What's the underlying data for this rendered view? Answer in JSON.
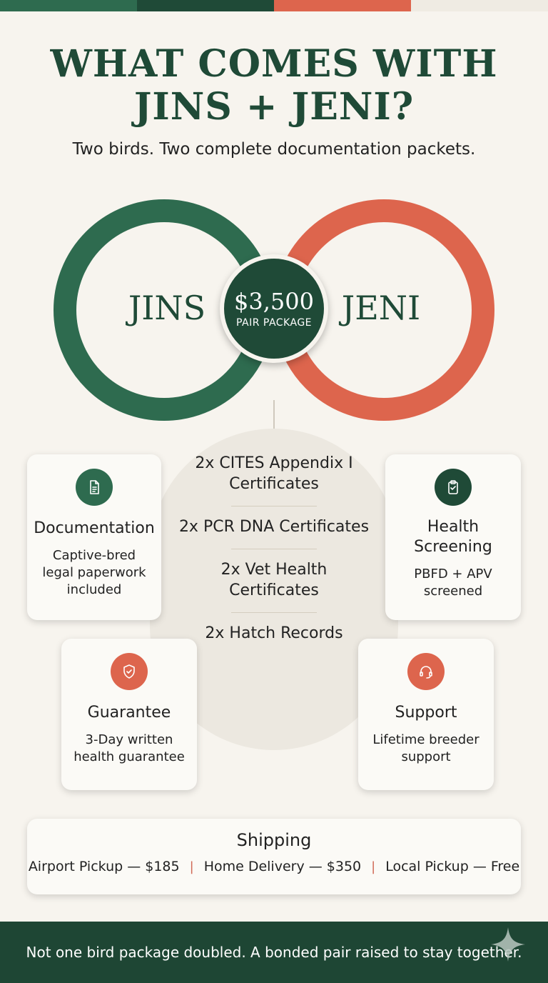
{
  "colors": {
    "green": "#2e6b4f",
    "dark_green": "#1f4a37",
    "coral": "#dd654d",
    "cream": "#f7f4ee"
  },
  "header": {
    "title_line1": "WHAT COMES WITH",
    "title_line2": "JINS + JENI?",
    "subtitle": "Two birds. Two complete documentation packets."
  },
  "birds": {
    "left": "JINS",
    "right": "JENI"
  },
  "badge": {
    "price": "$3,500",
    "label": "PAIR PACKAGE"
  },
  "certificates": [
    "2x CITES Appendix I Certificates",
    "2x PCR DNA Certificates",
    "2x Vet Health Certificates",
    "2x Hatch Records"
  ],
  "cards": {
    "documentation": {
      "icon": "document-icon",
      "title": "Documentation",
      "desc": "Captive-bred legal paperwork included"
    },
    "health": {
      "icon": "clipboard-check-icon",
      "title": "Health Screening",
      "desc": "PBFD + APV screened"
    },
    "guarantee": {
      "icon": "shield-check-icon",
      "title": "Guarantee",
      "desc": "3-Day written health guarantee"
    },
    "support": {
      "icon": "headset-icon",
      "title": "Support",
      "desc": "Lifetime breeder support"
    }
  },
  "shipping": {
    "title": "Shipping",
    "options": [
      "Airport Pickup — $185",
      "Home Delivery — $350",
      "Local Pickup — Free"
    ]
  },
  "footer": {
    "tagline": "Not one bird package doubled. A bonded pair raised to stay together."
  }
}
